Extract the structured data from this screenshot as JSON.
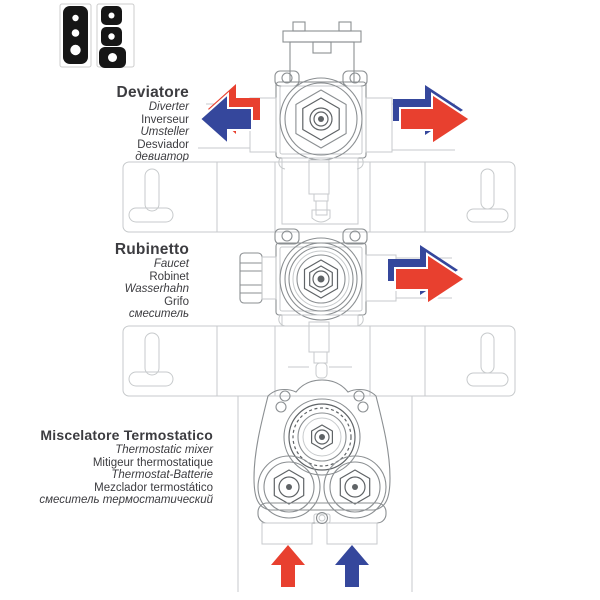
{
  "colors": {
    "hot": "#e8402f",
    "cold": "#35479c",
    "text": "#3c3c40",
    "line": "#8b8f92",
    "line_light": "#c7cacc",
    "line_dark": "#5f6366",
    "icon": "#161616"
  },
  "sections": [
    {
      "id": "diverter",
      "title": "Deviatore",
      "translations": [
        "Diverter",
        "Inverseur",
        "Umsteller",
        "Desviador",
        "девиатор"
      ]
    },
    {
      "id": "faucet",
      "title": "Rubinetto",
      "translations": [
        "Faucet",
        "Robinet",
        "Wasserhahn",
        "Grifo",
        "смеситель"
      ]
    },
    {
      "id": "thermostatic-mixer",
      "title": "Miscelatore Termostatico",
      "translations": [
        "Thermostatic mixer",
        "Mitigeur thermostatique",
        "Thermostat-Batterie",
        "Mezclador termostático",
        "смеситель термостатический"
      ]
    }
  ],
  "icons": {
    "legend_tall": "trim-plate-3-dot-icon",
    "legend_stacked": "trim-plate-stacked-icon",
    "diverter_arrow_left": "dual-arrow-left-icon",
    "diverter_arrow_right": "dual-arrow-right-icon",
    "faucet_arrow_right": "dual-arrow-right-icon",
    "hot_inlet_arrow": "red-up-arrow-icon",
    "cold_inlet_arrow": "blue-up-arrow-icon"
  }
}
